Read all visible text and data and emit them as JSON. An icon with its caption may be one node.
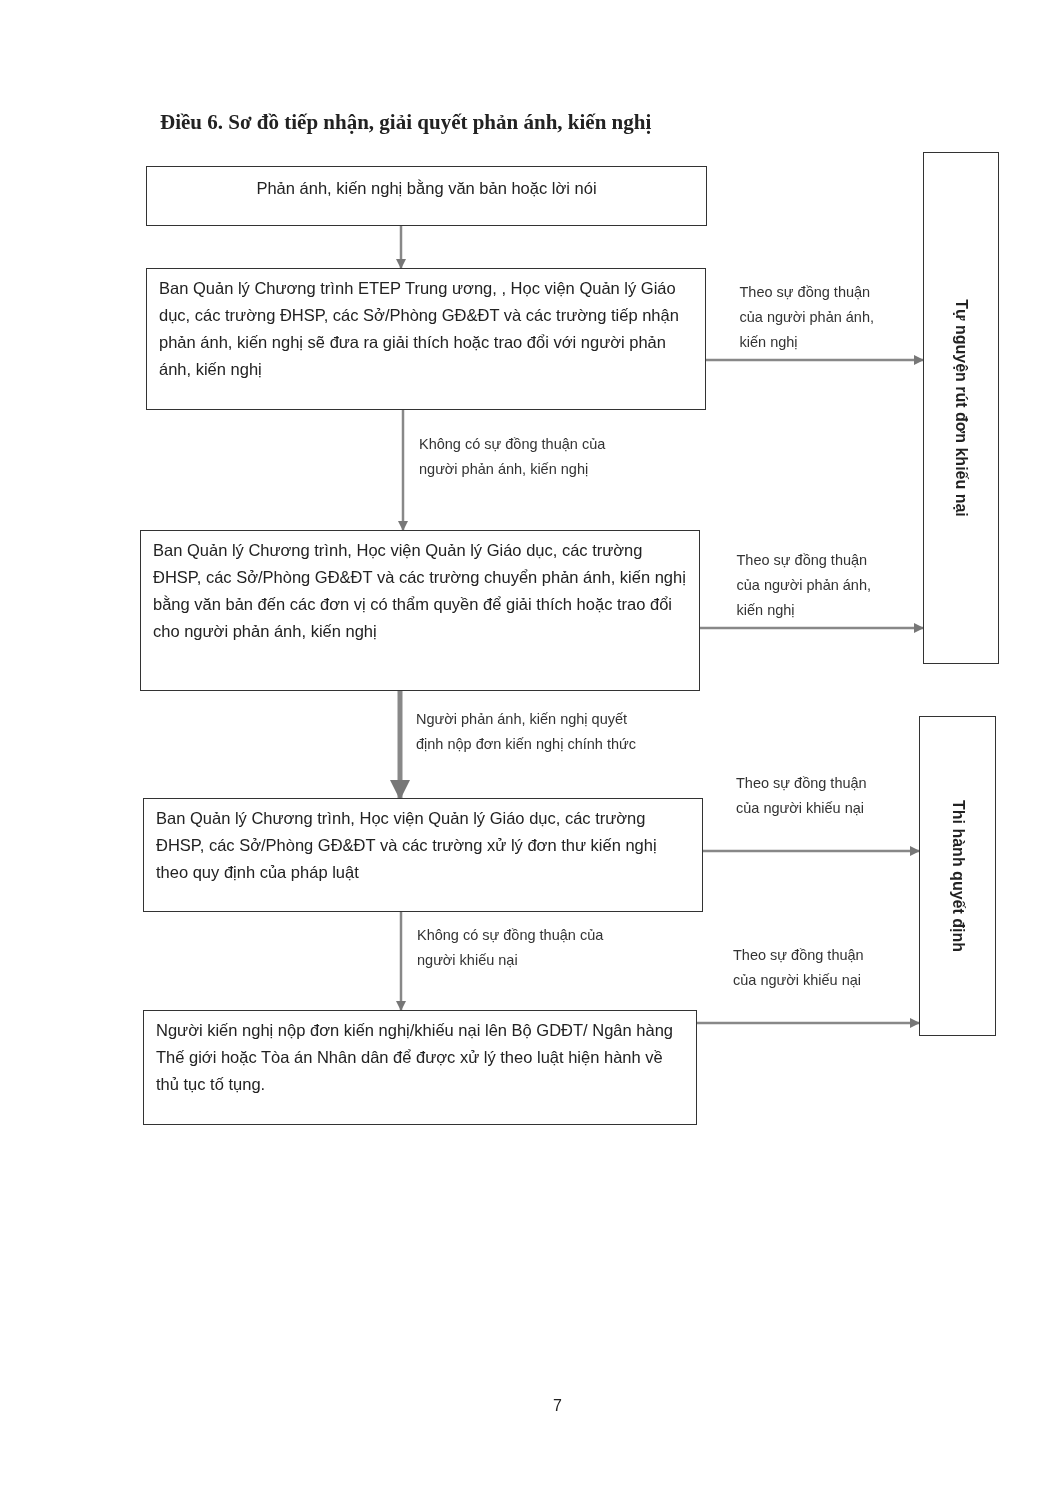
{
  "diagram": {
    "title": "Điều 6. Sơ đồ tiếp nhận, giải quyết phản ánh, kiến nghị",
    "nodes": [
      {
        "text": [
          "Phản ánh, kiến nghị bằng văn bản hoặc lời nói"
        ]
      },
      {
        "text": [
          "Ban Quản lý Chương trình ETEP Trung ương, , Học viện Quản lý Giáo dục, các trường ĐHSP, các Sở/Phòng GĐ&ĐT và các trường tiếp nhận phản ánh, kiến nghị sẽ đưa ra giải thích hoặc trao đổi với người phản ánh, kiến nghị"
        ]
      },
      {
        "text": [
          "Ban Quản lý Chương trình, Học viện Quản lý Giáo dục, các trường ĐHSP, các Sở/Phòng GĐ&ĐT và các trường chuyển phản ánh, kiến nghị bằng văn bản đến các đơn vị có thẩm quyền để giải thích hoặc trao đổi cho người phản ánh, kiến nghị"
        ]
      },
      {
        "text": [
          "Ban Quản lý Chương trình, Học viện Quản lý Giáo dục, các trường ĐHSP, các Sở/Phòng GĐ&ĐT và các trường xử lý đơn thư kiến nghị theo quy định của pháp luật"
        ]
      },
      {
        "text": [
          "Người kiến nghị nộp đơn kiến nghị/khiếu nại lên Bộ GDĐT/ Ngân hàng Thế giới hoặc Tòa án Nhân dân để được xử lý theo luật hiện hành về thủ tục tố tụng."
        ]
      },
      {
        "text": [
          "Tự nguyện rút đơn khiếu nại"
        ]
      },
      {
        "text": [
          "Thi hành quyết định"
        ]
      }
    ],
    "edges": [
      {
        "from": 0,
        "to": 1,
        "arrow": "to"
      },
      {
        "from": 1,
        "to": 2,
        "arrow": "to",
        "label": "Không có sự đồng thuận của người phản ánh, kiến nghị"
      },
      {
        "from": 2,
        "to": 3,
        "arrow": "to",
        "label": "Người phản ánh, kiến nghị quyết định nộp đơn kiến nghị chính thức",
        "style": "thick"
      },
      {
        "from": 3,
        "to": 4,
        "arrow": "to",
        "label": "Không có sự đồng thuận của người khiếu nại"
      },
      {
        "from": 1,
        "to": 5,
        "arrow": "to",
        "label": "Theo sự đồng thuận của người phản ánh, kiến nghị"
      },
      {
        "from": 2,
        "to": 5,
        "arrow": "to",
        "label": "Theo sự đồng thuận của người phản ánh, kiến nghị"
      },
      {
        "from": 3,
        "to": 6,
        "arrow": "to",
        "label": "Theo sự đồng thuận của người khiếu nại"
      },
      {
        "from": 4,
        "to": 6,
        "arrow": "to",
        "label": "Theo sự đồng thuận của người khiếu nại"
      }
    ],
    "labels": [
      "7"
    ]
  }
}
